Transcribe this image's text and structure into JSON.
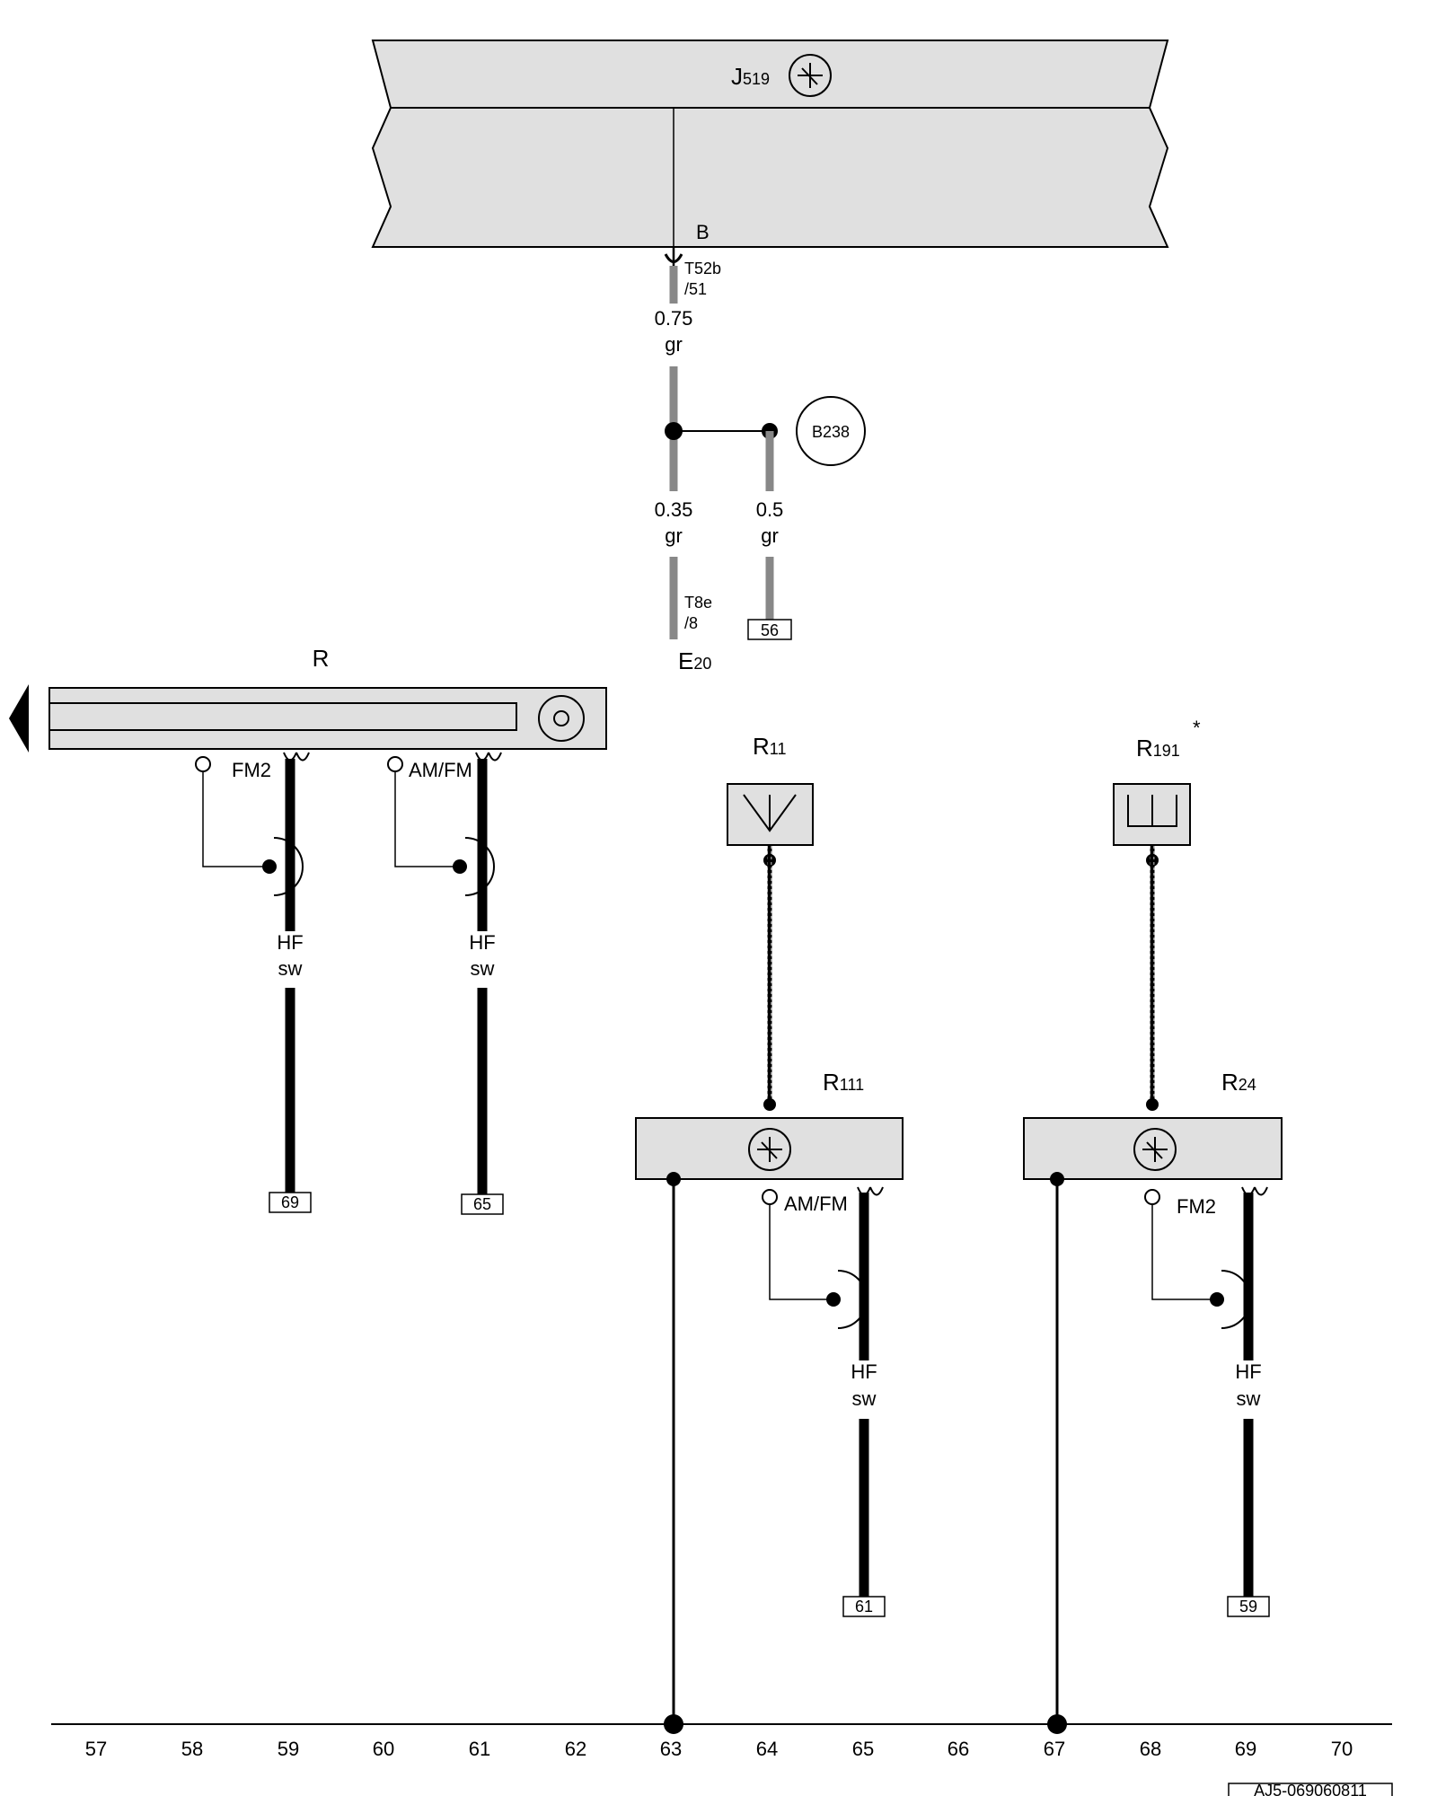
{
  "components": {
    "j519": {
      "letter": "J",
      "num": "519"
    },
    "pin_b": "B",
    "t52b": {
      "name": "T52b",
      "pin": "/51"
    },
    "wire1": {
      "size": "0.75",
      "color": "gr"
    },
    "wire2": {
      "size": "0.35",
      "color": "gr"
    },
    "wire3": {
      "size": "0.5",
      "color": "gr"
    },
    "b238": "B238",
    "t8e": {
      "name": "T8e",
      "pin": "/8"
    },
    "ref56": "56",
    "e20": {
      "letter": "E",
      "num": "20"
    },
    "r": "R",
    "r_fm2": "FM2",
    "r_amfm": "AM/FM",
    "hf": "HF",
    "sw": "sw",
    "ref69": "69",
    "ref65": "65",
    "r11": {
      "letter": "R",
      "num": "11"
    },
    "r191": {
      "letter": "R",
      "num": "191"
    },
    "r191_note": "*",
    "r111": {
      "letter": "R",
      "num": "111"
    },
    "r24": {
      "letter": "R",
      "num": "24"
    },
    "r111_amfm": "AM/FM",
    "r24_fm2": "FM2",
    "ref61": "61",
    "ref59": "59",
    "code": "AJ5-069060811"
  },
  "ruler": [
    "57",
    "58",
    "59",
    "60",
    "61",
    "62",
    "63",
    "64",
    "65",
    "66",
    "67",
    "68",
    "69",
    "70"
  ]
}
